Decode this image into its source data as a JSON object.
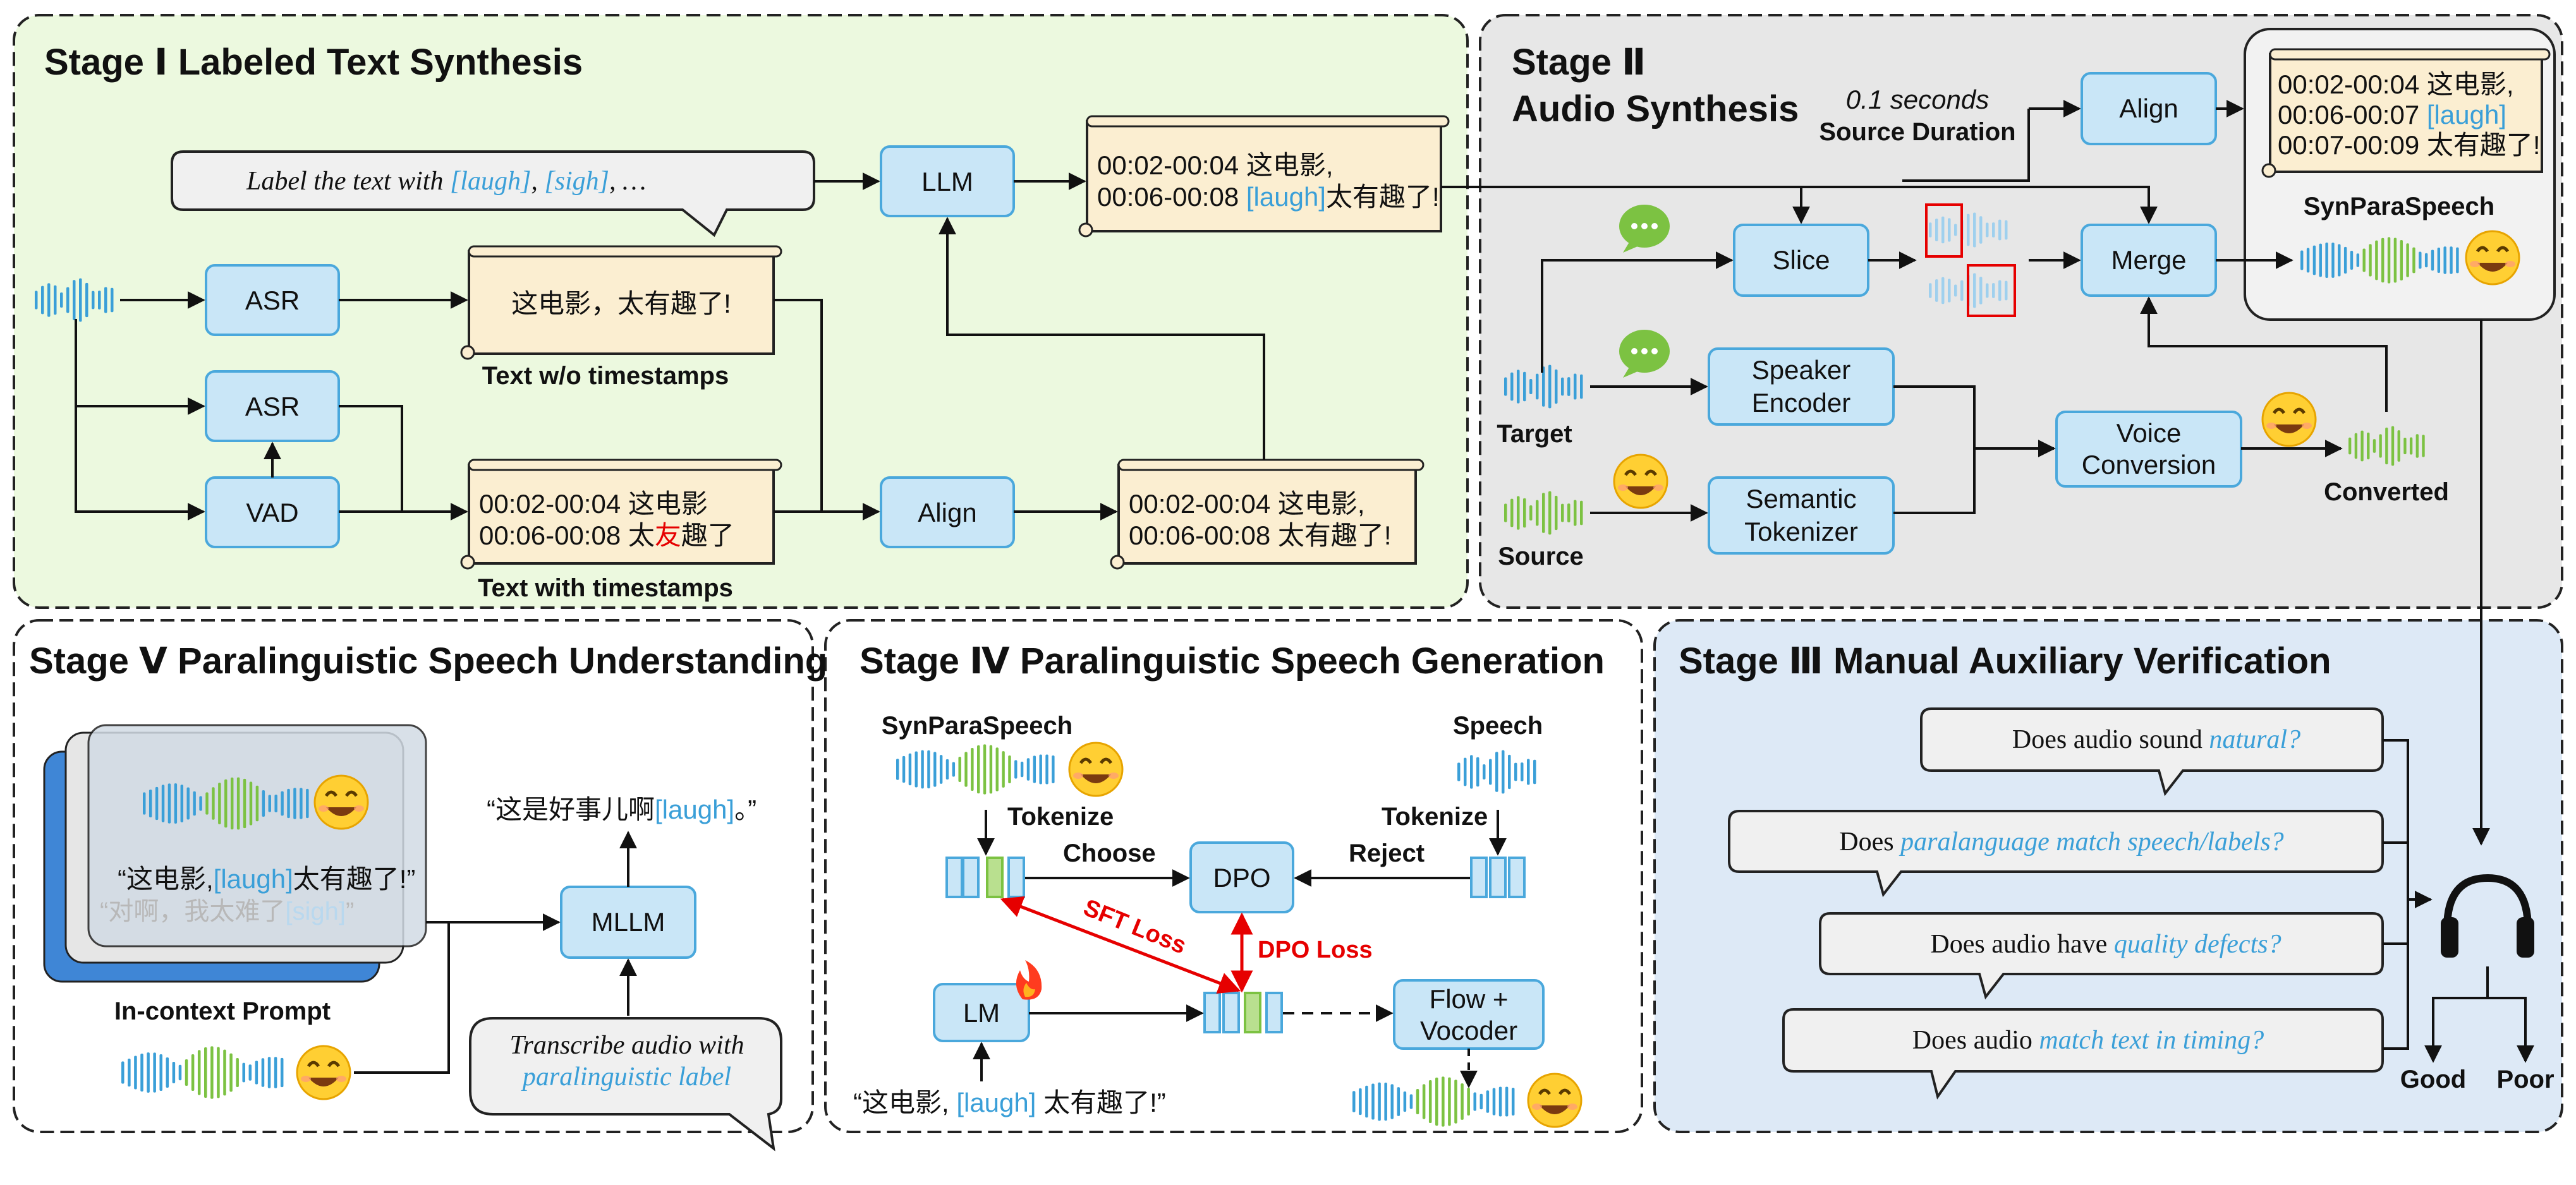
{
  "stage1": {
    "title": "Stage Ⅰ Labeled Text Synthesis",
    "prompt_prefix": "Label the text with ",
    "prompt_laugh": "[laugh]",
    "prompt_sep": ", ",
    "prompt_sigh": "[sigh]",
    "prompt_suffix": ", …",
    "asr1": "ASR",
    "asr2": "ASR",
    "vad": "VAD",
    "llm": "LLM",
    "align": "Align",
    "text_no_ts": "这电影，太有趣了!",
    "text_no_ts_caption": "Text w/o timestamps",
    "ts_line1": "00:02-00:04 这电影",
    "ts_line2_a": "00:06-00:08 太",
    "ts_line2_err": "友",
    "ts_line2_b": "趣了",
    "ts_caption": "Text with timestamps",
    "aligned_line1": "00:02-00:04 这电影,",
    "aligned_line2": "00:06-00:08 太有趣了!",
    "llm_out_line1": "00:02-00:04 这电影,",
    "llm_out_line2_a": "00:06-00:08 ",
    "llm_out_line2_tag": "[laugh]",
    "llm_out_line2_b": "太有趣了!"
  },
  "stage2": {
    "title_line1": "Stage Ⅱ",
    "title_line2": "Audio Synthesis",
    "duration_value": "0.1 seconds",
    "duration_label": "Source Duration",
    "align": "Align",
    "slice": "Slice",
    "merge": "Merge",
    "speaker_encoder_1": "Speaker",
    "speaker_encoder_2": "Encoder",
    "semantic_tokenizer_1": "Semantic",
    "semantic_tokenizer_2": "Tokenizer",
    "voice_conversion_1": "Voice",
    "voice_conversion_2": "Conversion",
    "target": "Target",
    "source": "Source",
    "converted": "Converted",
    "result_line1": "00:02-00:04 这电影,",
    "result_line2_a": "00:06-00:07 ",
    "result_line2_tag": "[laugh]",
    "result_line3": "00:07-00:09 太有趣了!",
    "dataset_name": "SynParaSpeech"
  },
  "stage3": {
    "title": "Stage Ⅲ Manual Auxiliary Verification",
    "q1_a": "Does audio sound ",
    "q1_hl": "natural?",
    "q2_a": "Does ",
    "q2_hl": "paralanguage match speech/labels?",
    "q3_a": "Does audio have ",
    "q3_hl": "quality defects?",
    "q4_a": "Does audio ",
    "q4_hl": "match text in timing?",
    "good": "Good",
    "poor": "Poor"
  },
  "stage4": {
    "title": "Stage Ⅳ Paralinguistic Speech Generation",
    "synparaspeech": "SynParaSpeech",
    "speech": "Speech",
    "tokenize_left": "Tokenize",
    "tokenize_right": "Tokenize",
    "choose": "Choose",
    "reject": "Reject",
    "dpo": "DPO",
    "sft_loss": "SFT Loss",
    "dpo_loss": "DPO Loss",
    "lm": "LM",
    "flow_1": "Flow +",
    "flow_2": "Vocoder",
    "input_a": "“这电影, ",
    "input_tag": "[laugh]",
    "input_b": " 太有趣了!”"
  },
  "stage5": {
    "title": "Stage Ⅴ Paralinguistic Speech Understanding",
    "ctx_a": "“这电影,",
    "ctx_tag": "[laugh]",
    "ctx_b": "太有趣了!”",
    "ctx_faded_a": "“对啊，我太难了",
    "ctx_faded_tag": "[sigh]",
    "ctx_faded_b": "”",
    "ctx_caption": "In-context Prompt",
    "mllm": "MLLM",
    "output_a": "“这是好事儿啊",
    "output_tag": "[laugh]",
    "output_b": "。”",
    "instr_line1": "Transcribe audio with",
    "instr_line2": "paralinguistic label"
  },
  "colors": {
    "stage1_bg": "#ecf9df",
    "stage2_bg": "#e7e7e7",
    "stage3_bg": "#dde9f6",
    "box_fill": "#c9e6f7",
    "box_stroke": "#4aa8dc",
    "scroll_fill": "#fbeed1",
    "wave_blue": "#3a9fd8",
    "wave_green": "#7cc242",
    "highlight": "#3a9fd8",
    "loss_red": "#e60000"
  }
}
